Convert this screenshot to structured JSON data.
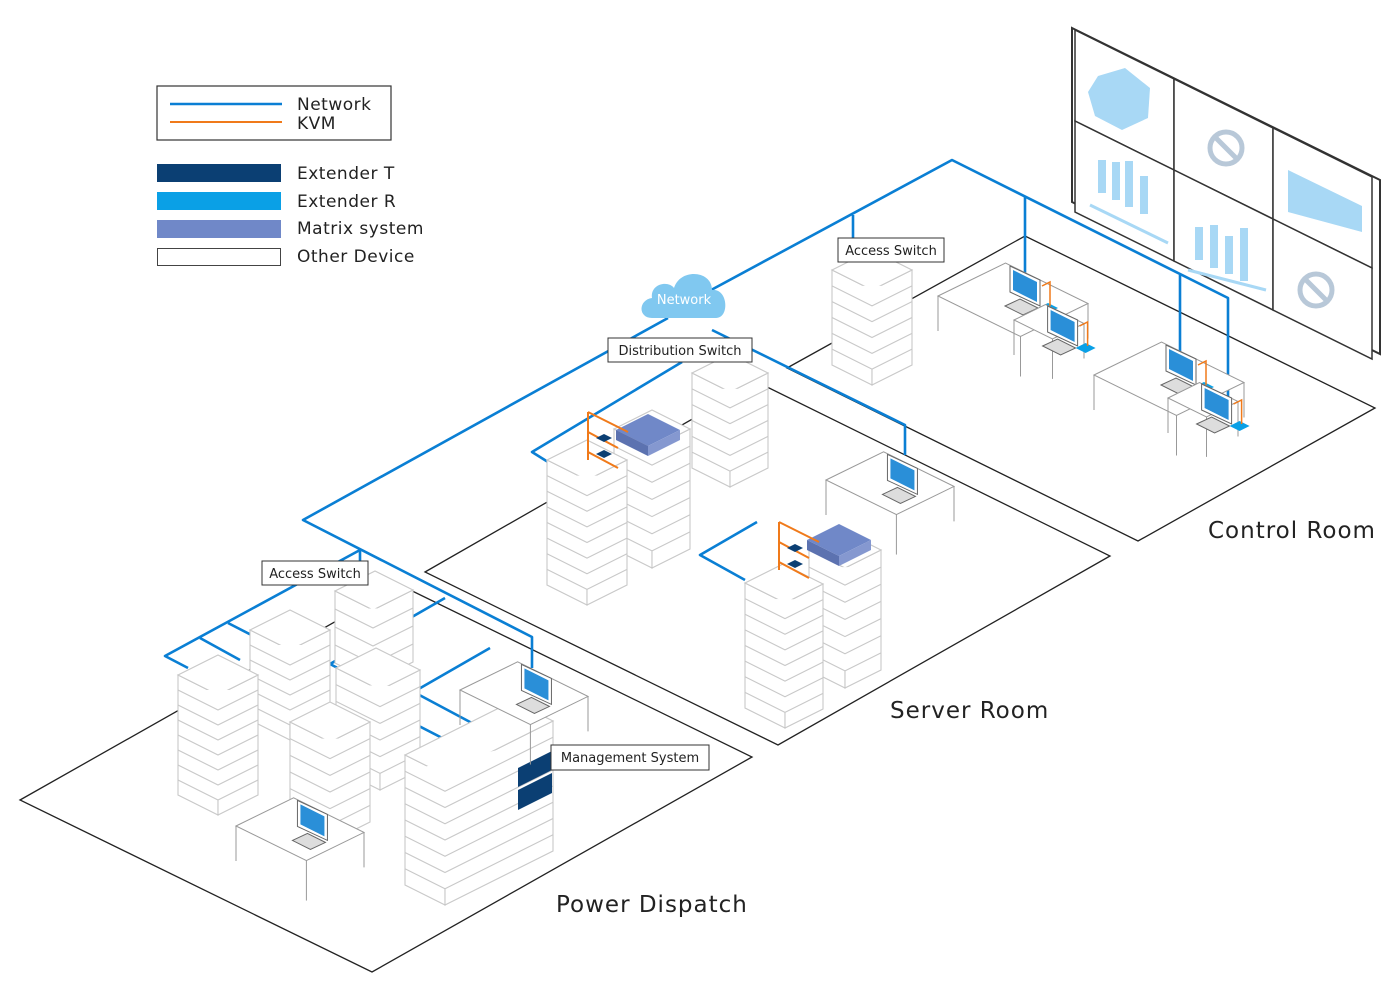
{
  "legend": {
    "lines": [
      {
        "label": "Network",
        "color": "#0a7fd4"
      },
      {
        "label": "KVM",
        "color": "#f07a1a"
      }
    ],
    "devices": [
      {
        "label": "Extender T",
        "color": "#0b3f73"
      },
      {
        "label": "Extender R",
        "color": "#0aa0e6"
      },
      {
        "label": "Matrix system",
        "color": "#7088c8"
      },
      {
        "label": "Other Device",
        "color": "#ffffff"
      }
    ]
  },
  "labels": {
    "cloud": "Network",
    "distribution_switch": "Distribution Switch",
    "access_switch_control": "Access Switch",
    "access_switch_power": "Access Switch",
    "management_system": "Management System"
  },
  "rooms": {
    "control": "Control Room",
    "server": "Server Room",
    "power": "Power Dispatch"
  },
  "colors": {
    "network": "#0a7fd4",
    "kvm": "#f07a1a",
    "cloud": "#80c8f0",
    "wall": "#a8d8f5"
  }
}
